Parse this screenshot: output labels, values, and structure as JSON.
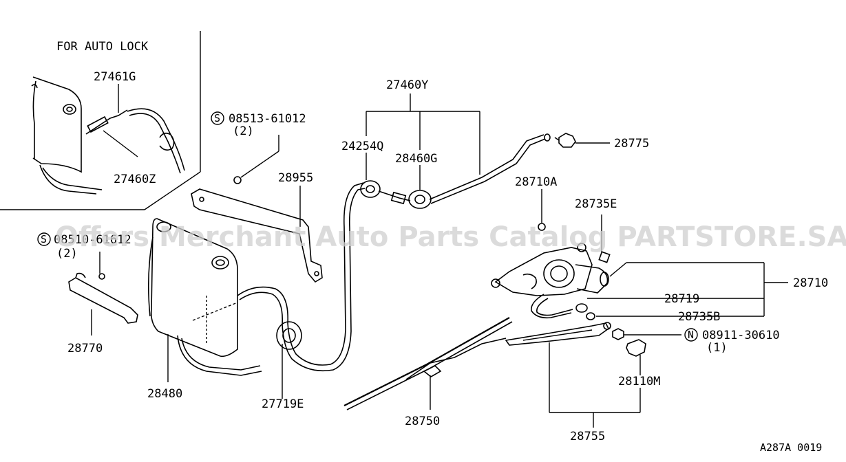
{
  "inset": {
    "title": "FOR AUTO LOCK"
  },
  "labels": {
    "p27461G": "27461G",
    "p27460Z": "27460Z",
    "s08513_num": "08513-61012",
    "s08513_qty": "(2)",
    "s08510_num": "08510-61612",
    "s08510_qty": "(2)",
    "p28955": "28955",
    "p28770": "28770",
    "p28480": "28480",
    "p27719E": "27719E",
    "p27460Y": "27460Y",
    "p24254Q": "24254Q",
    "p28460G": "28460G",
    "p28775": "28775",
    "p28710A": "28710A",
    "p28735E": "28735E",
    "p28710": "28710",
    "p28719": "28719",
    "p28735B": "28735B",
    "n08911_num": "08911-30610",
    "n08911_qty": "(1)",
    "p28110M": "28110M",
    "p28750": "28750",
    "p28755": "28755",
    "diagram_code": "A287A 0019"
  },
  "symbols": {
    "s": "S",
    "n": "N"
  },
  "watermark": "Offers Merchant Auto Parts Catalog PARTSTORE.SA"
}
